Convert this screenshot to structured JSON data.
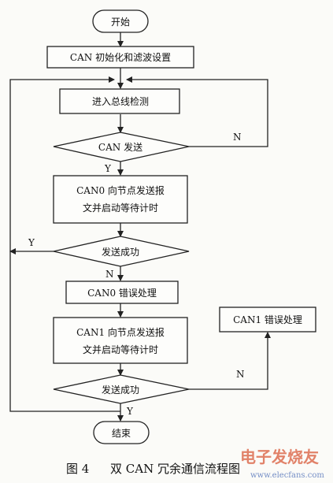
{
  "flowchart": {
    "nodes": {
      "start": "开始",
      "init": "CAN 初始化和滤波设置",
      "bus_check": "进入总线检测",
      "can_send": "CAN 发送",
      "can0_send_line1": "CAN0 向节点发送报",
      "can0_send_line2": "文并启动等待计时",
      "send_ok_1": "发送成功",
      "can0_error": "CAN0 错误处理",
      "can1_send_line1": "CAN1 向节点发送报",
      "can1_send_line2": "文并启动等待计时",
      "send_ok_2": "发送成功",
      "can1_error": "CAN1 错误处理",
      "end": "结束"
    },
    "edge_labels": {
      "can_send_no": "N",
      "can_send_yes": "Y",
      "send_ok_1_yes": "Y",
      "send_ok_1_no": "N",
      "send_ok_2_no": "N",
      "send_ok_2_yes": "Y"
    }
  },
  "caption": {
    "figure_no": "图 4",
    "title": "双 CAN 冗余通信流程图"
  },
  "watermark": {
    "text": "电子发烧友",
    "url": "www.elecfans.com"
  }
}
